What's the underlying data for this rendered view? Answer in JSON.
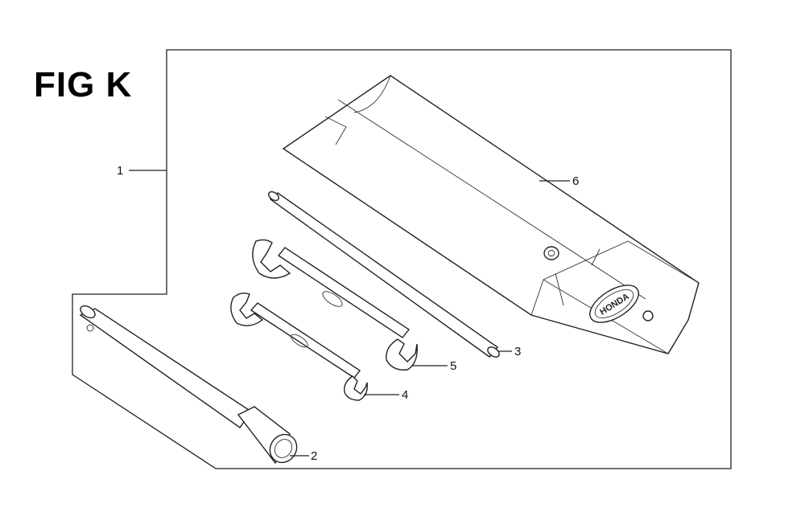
{
  "figure": {
    "title": "FIG K",
    "callouts": {
      "c1": "1",
      "c2": "2",
      "c3": "3",
      "c4": "4",
      "c5": "5",
      "c6": "6"
    },
    "pouch_logo": "HONDA"
  }
}
